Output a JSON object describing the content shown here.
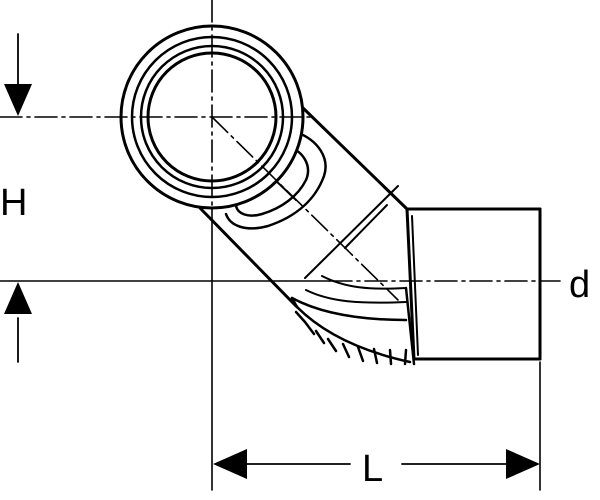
{
  "diagram": {
    "labels": {
      "height": "H",
      "diameter": "d",
      "length": "L"
    },
    "colors": {
      "stroke": "#000000",
      "background": "#ffffff"
    }
  }
}
